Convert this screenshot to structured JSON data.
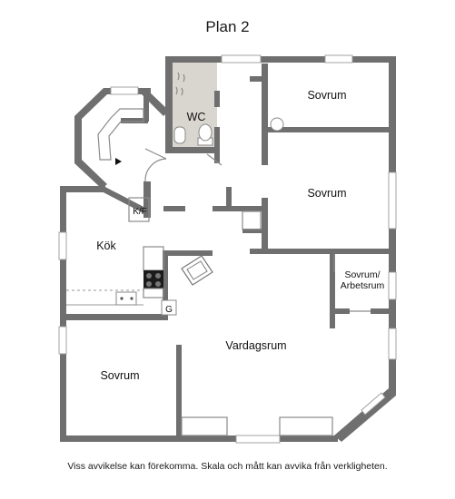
{
  "title": "Plan 2",
  "footnote": "Viss avvikelse kan förekomma. Skala och mått kan avvika från verkligheten.",
  "rooms": {
    "wc": "WC",
    "bedroom_top": "Sovrum",
    "bedroom_middle": "Sovrum",
    "bedroom_office_line1": "Sovrum/",
    "bedroom_office_line2": "Arbetsrum",
    "kitchen": "Kök",
    "closet": "K/F",
    "living_room": "Vardagsrum",
    "bedroom_bottom": "Sovrum",
    "g_marker": "G"
  },
  "colors": {
    "wall": "#6f6f6f",
    "wc_floor": "#d9d5cf",
    "background": "#ffffff"
  }
}
